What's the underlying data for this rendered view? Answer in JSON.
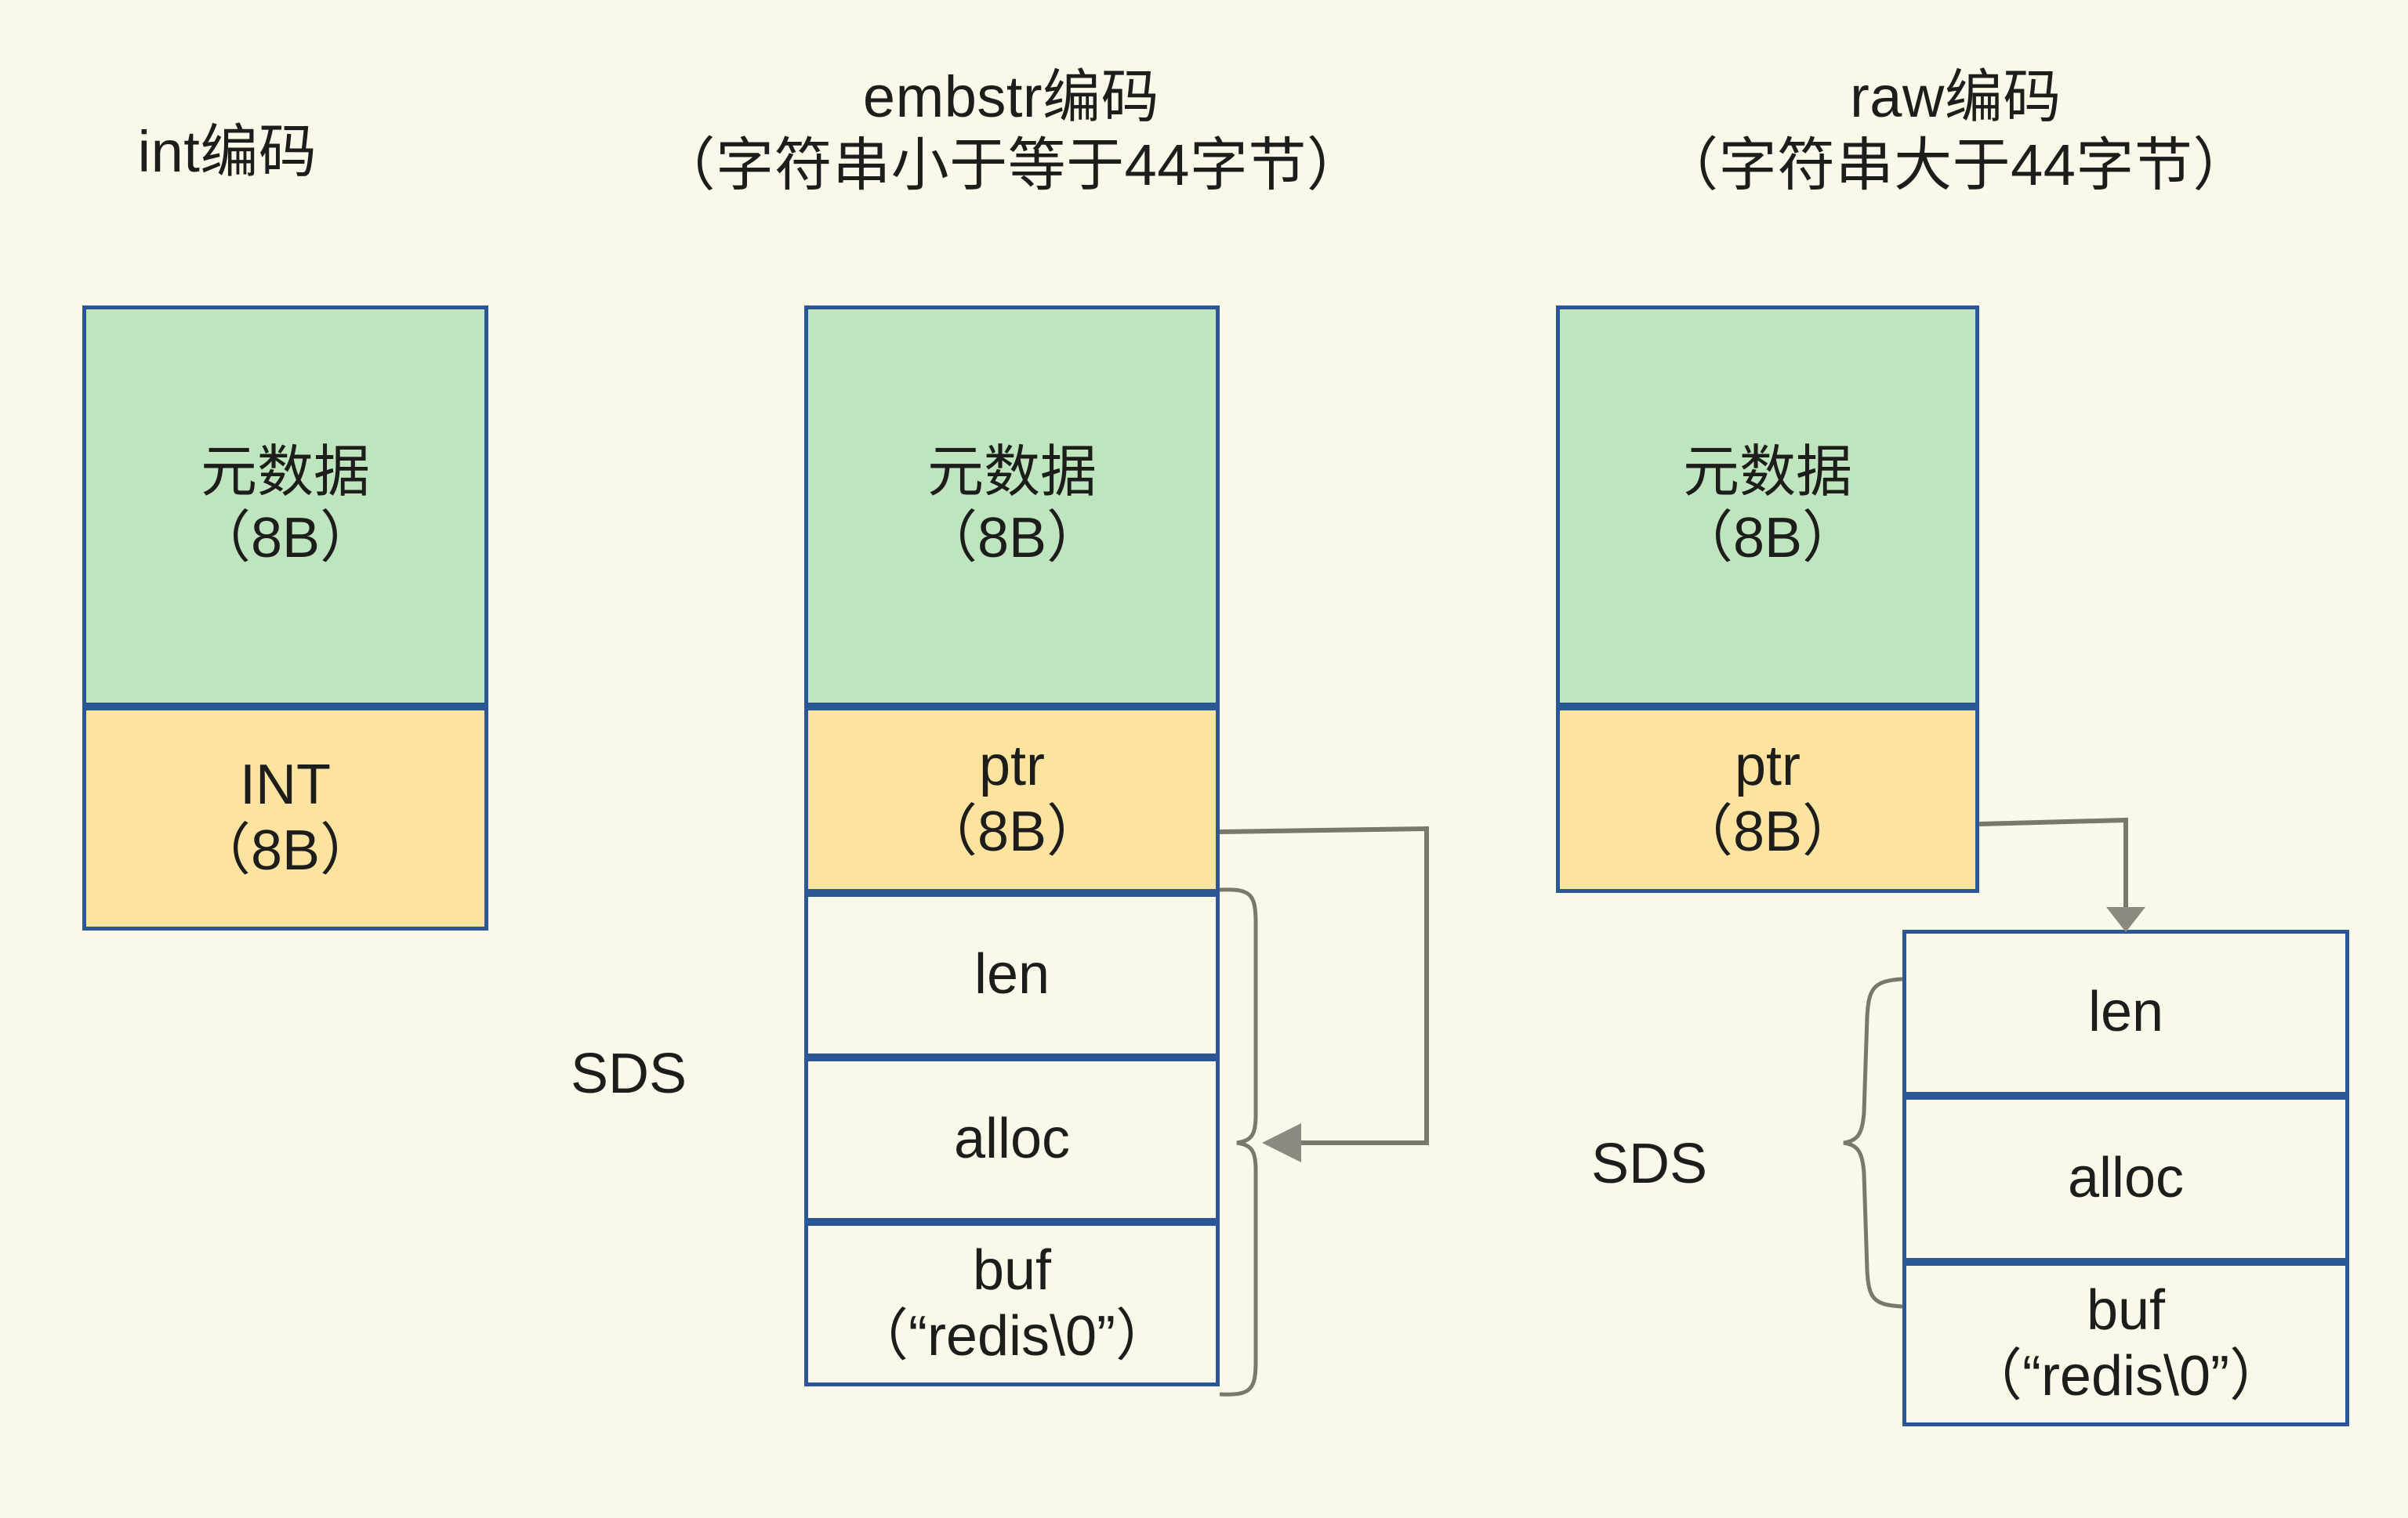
{
  "diagram": {
    "title_int": "int编码",
    "title_embstr": "embstr编码\n（字符串小于等于44字节）",
    "title_raw": "raw编码\n（字符串大于44字节）",
    "colors": {
      "background": "#faf8e8",
      "border": "#2b5797",
      "metadata_fill": "#bfe5bf",
      "pointer_fill": "#fce3a0",
      "plain_fill": "#faf8e8",
      "connector": "#7a776d"
    },
    "columns": [
      {
        "name": "int",
        "title": "int编码",
        "blocks": [
          {
            "label": "元数据\n（8B）",
            "fill": "green"
          },
          {
            "label": "INT\n（8B）",
            "fill": "yellow"
          }
        ]
      },
      {
        "name": "embstr",
        "title": "embstr编码",
        "subtitle": "（字符串小于等于44字节）",
        "sds_label": "SDS",
        "blocks": [
          {
            "label": "元数据\n（8B）",
            "fill": "green"
          },
          {
            "label": "ptr\n（8B）",
            "fill": "yellow"
          },
          {
            "label": "len",
            "fill": "plain"
          },
          {
            "label": "alloc",
            "fill": "plain"
          },
          {
            "label": "buf\n（“redis\\0”）",
            "fill": "plain"
          }
        ]
      },
      {
        "name": "raw",
        "title": "raw编码",
        "subtitle": "（字符串大于44字节）",
        "sds_label": "SDS",
        "blocks": [
          {
            "label": "元数据\n（8B）",
            "fill": "green"
          },
          {
            "label": "ptr\n（8B）",
            "fill": "yellow"
          }
        ],
        "sds_blocks": [
          {
            "label": "len",
            "fill": "plain"
          },
          {
            "label": "alloc",
            "fill": "plain"
          },
          {
            "label": "buf\n（“redis\\0”）",
            "fill": "plain"
          }
        ]
      }
    ]
  }
}
